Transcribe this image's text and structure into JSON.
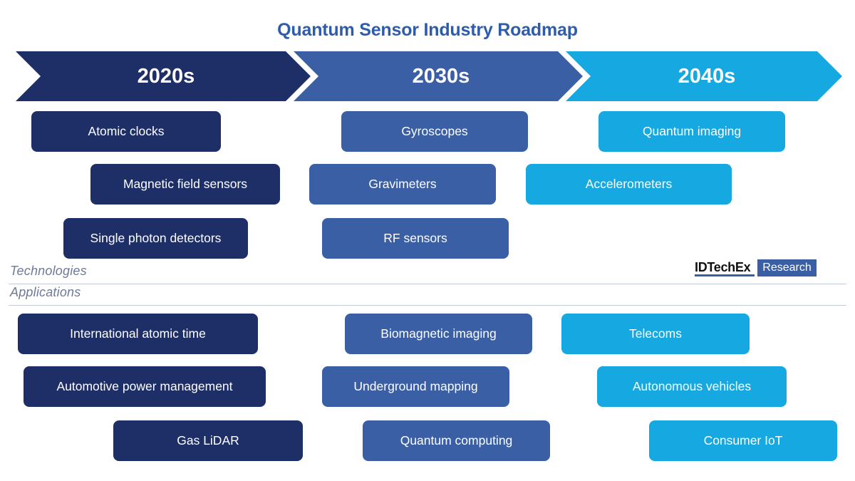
{
  "title": "Quantum Sensor Industry Roadmap",
  "colors": {
    "title": "#2E5CAD",
    "tier1": "#1E2F68",
    "tier2": "#3A5FA5",
    "tier3": "#16A8E0",
    "section_label": "#6E7A99",
    "divider": "#C3C9D6",
    "background": "#FFFFFF"
  },
  "timeline": {
    "eras": [
      {
        "label": "2020s",
        "color": "#1E2F68"
      },
      {
        "label": "2030s",
        "color": "#3A5FA5"
      },
      {
        "label": "2040s",
        "color": "#16A8E0"
      }
    ]
  },
  "sections": {
    "technologies_label": "Technologies",
    "applications_label": "Applications"
  },
  "technologies": {
    "2020s": [
      "Atomic clocks",
      "Magnetic field sensors",
      "Single photon detectors"
    ],
    "2030s": [
      "Gyroscopes",
      "Gravimeters",
      "RF sensors"
    ],
    "2040s": [
      "Quantum imaging",
      "Accelerometers"
    ]
  },
  "applications": {
    "2020s": [
      "International atomic time",
      "Automotive power management",
      "Gas LiDAR"
    ],
    "2030s": [
      "Biomagnetic imaging",
      "Underground mapping",
      "Quantum computing"
    ],
    "2040s": [
      "Telecoms",
      "Autonomous vehicles",
      "Consumer IoT"
    ]
  },
  "logo": {
    "wordmark": "IDTechEx",
    "badge": "Research"
  }
}
